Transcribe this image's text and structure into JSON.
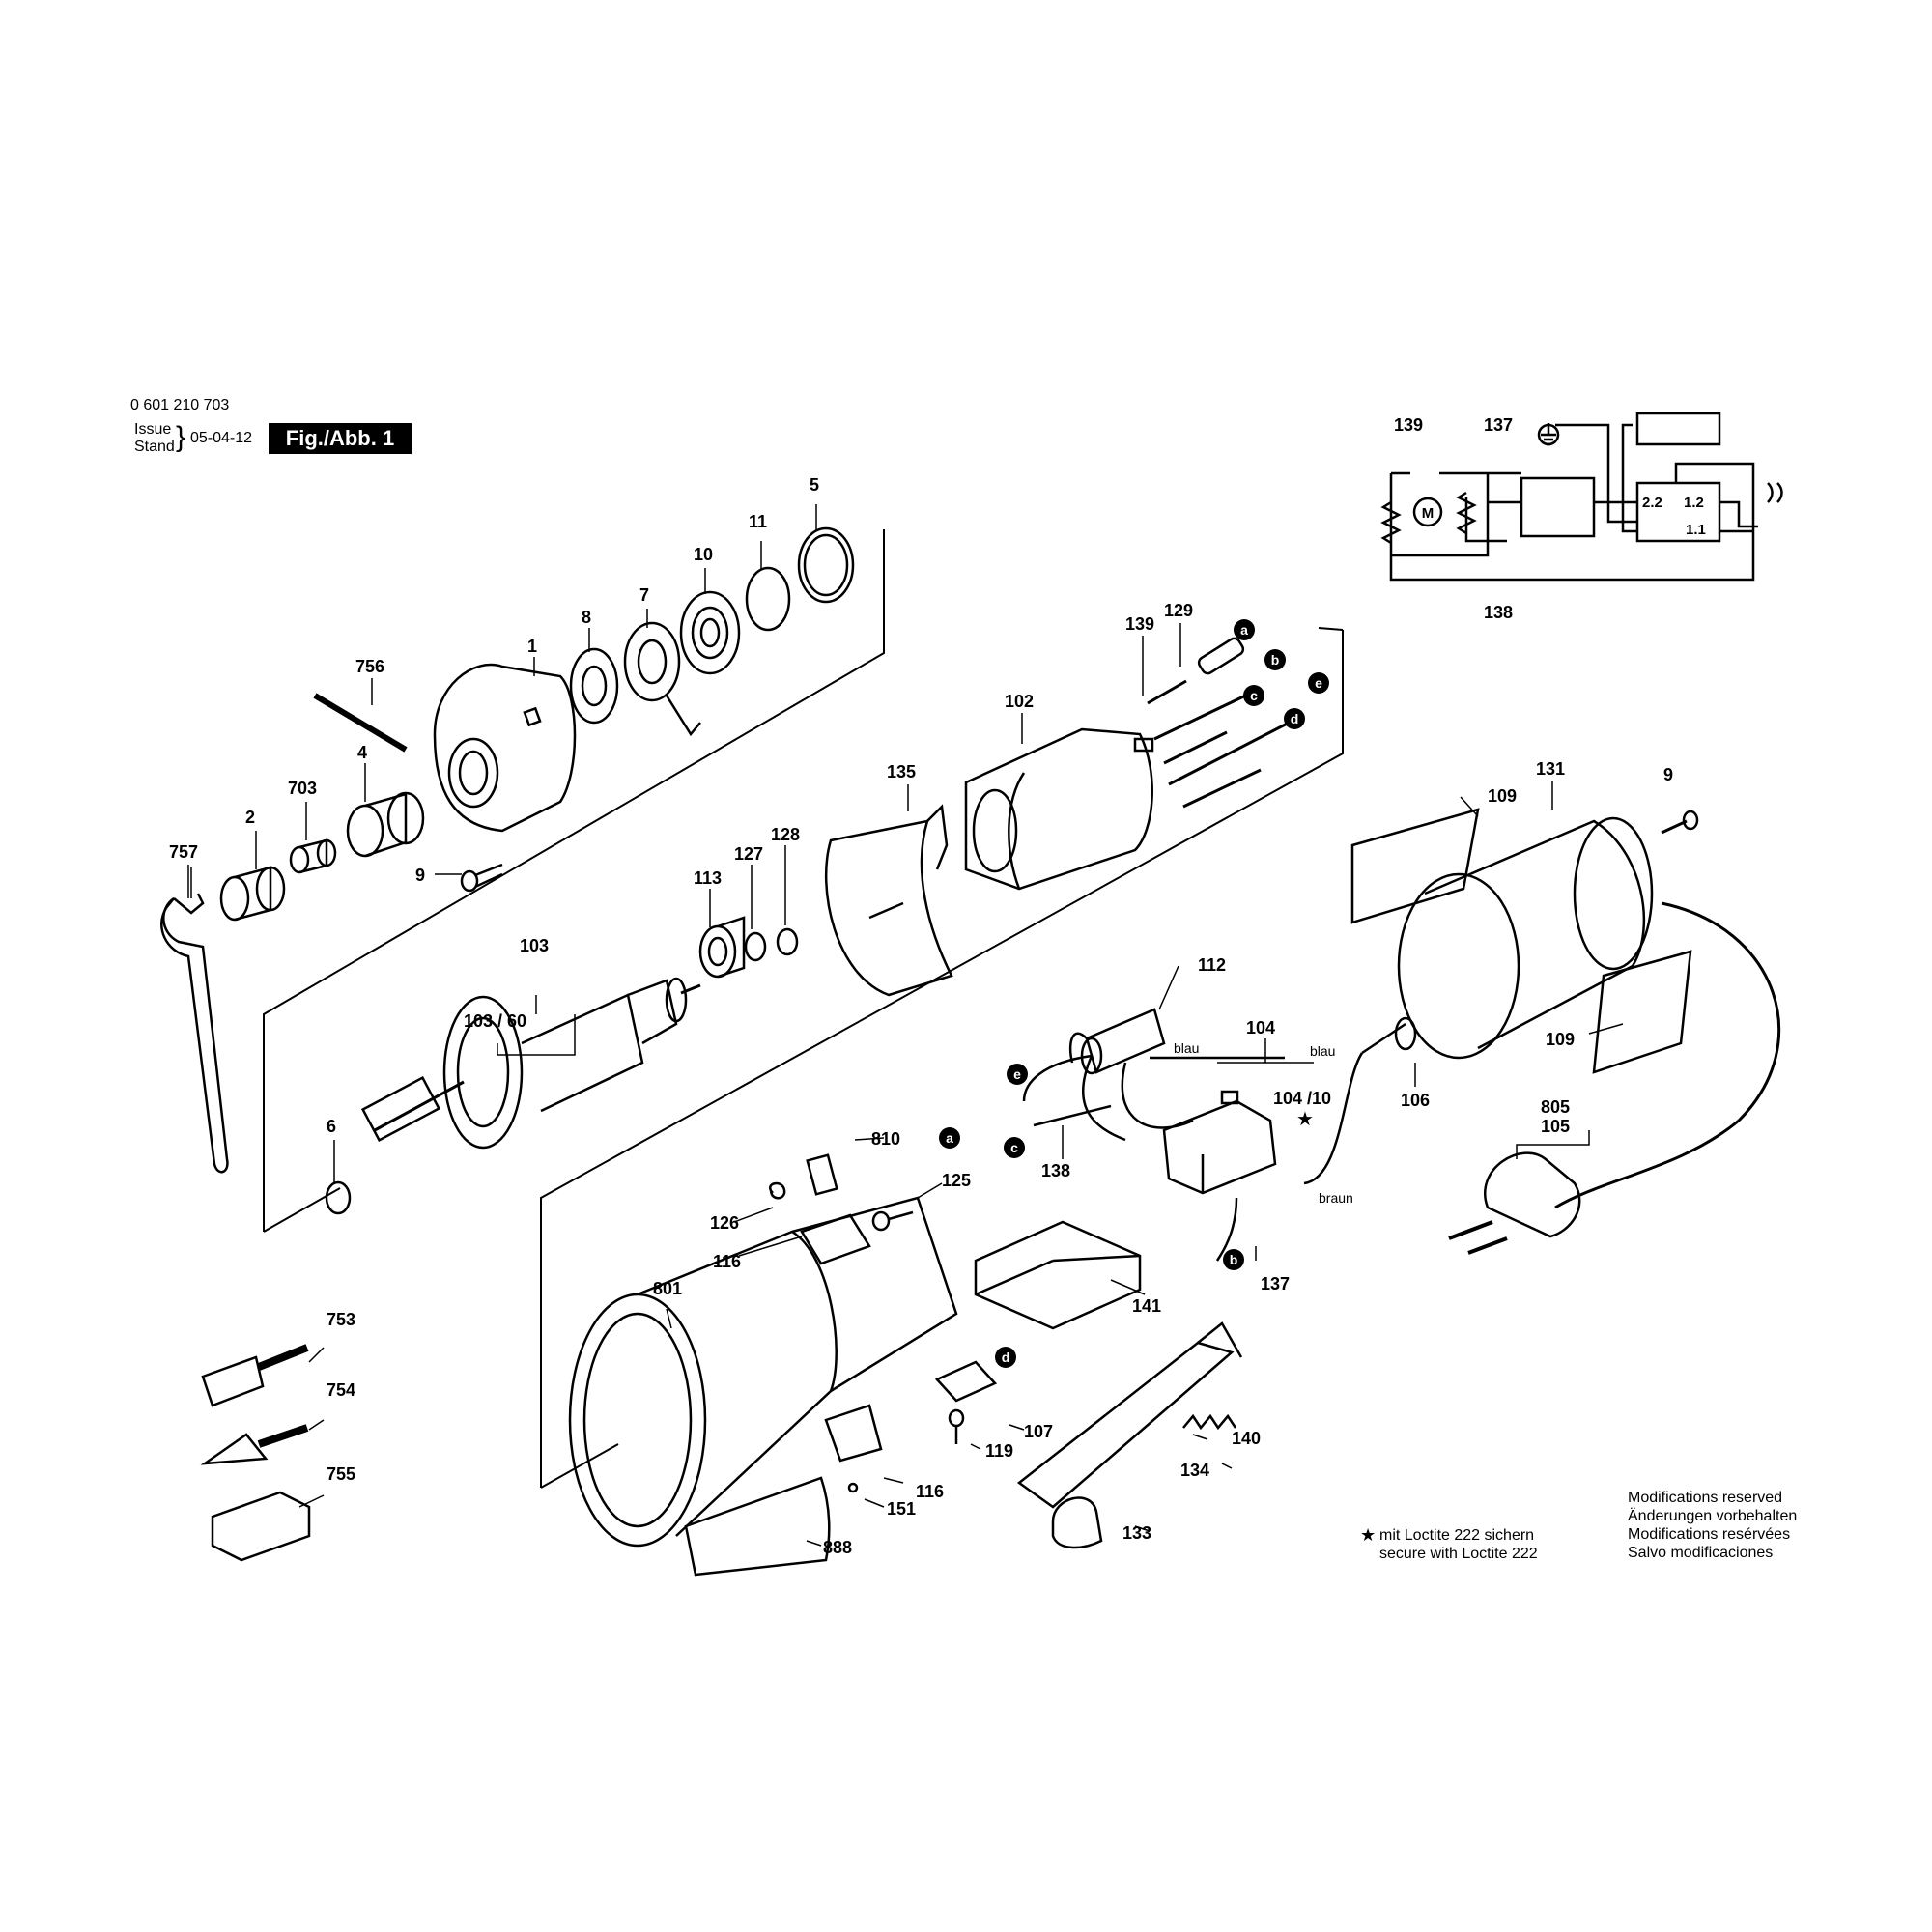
{
  "header": {
    "part_number": "0 601 210 703",
    "issue_label": "Issue",
    "stand_label": "Stand",
    "date": "05-04-12",
    "figure": "Fig./Abb. 1"
  },
  "labels": {
    "p1": "1",
    "p2": "2",
    "p4": "4",
    "p5": "5",
    "p6": "6",
    "p7": "7",
    "p8": "8",
    "p9a": "9",
    "p9b": "9",
    "p10": "10",
    "p11": "11",
    "p102": "102",
    "p103": "103",
    "p103_60": "103 / 60",
    "p104": "104",
    "p104_10": "104 /10",
    "p105": "105",
    "p106": "106",
    "p107": "107",
    "p109a": "109",
    "p109b": "109",
    "p112": "112",
    "p113": "113",
    "p116a": "116",
    "p116b": "116",
    "p119": "119",
    "p125": "125",
    "p126": "126",
    "p127": "127",
    "p128": "128",
    "p129": "129",
    "p131": "131",
    "p133": "133",
    "p134": "134",
    "p135": "135",
    "p137": "137",
    "p138": "138",
    "p139": "139",
    "p140": "140",
    "p141": "141",
    "p151": "151",
    "p703": "703",
    "p753": "753",
    "p754": "754",
    "p755": "755",
    "p756": "756",
    "p757": "757",
    "p801": "801",
    "p805": "805",
    "p810": "810",
    "p888": "888"
  },
  "wire_colors": {
    "blau1": "blau",
    "blau2": "blau",
    "braun": "braun"
  },
  "connectors": {
    "a1": "a",
    "b1": "b",
    "c1": "c",
    "e1": "e",
    "d1": "d",
    "e2": "e",
    "c2": "c",
    "a2": "a",
    "b2": "b",
    "d2": "d"
  },
  "schematic": {
    "l139": "139",
    "l137": "137",
    "l138": "138",
    "motor": "M",
    "t22": "2.2",
    "t12": "1.2",
    "t11": "1.1"
  },
  "loctite": {
    "star": "★",
    "line1": "mit Loctite 222 sichern",
    "line2": "secure with Loctite 222"
  },
  "modifications": [
    "Modifications reserved",
    "Änderungen vorbehalten",
    "Modifications resérvées",
    "Salvo modificaciones"
  ]
}
